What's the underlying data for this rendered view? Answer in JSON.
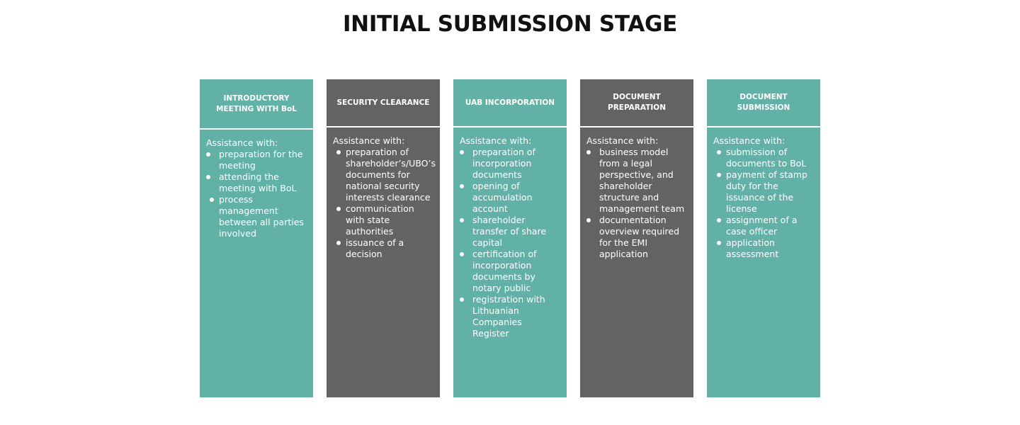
{
  "title": "INITIAL SUBMISSION STAGE",
  "colors": {
    "teal": "#62b1a6",
    "gray": "#636363",
    "text": "#ffffff",
    "title": "#111111"
  },
  "stages": [
    {
      "header": "INTRODUCTORY MEETING WITH BoL",
      "intro": "Assistance with:",
      "items": [
        "preparation for the meeting",
        "attending the meeting with BoL",
        "process management between all parties involved"
      ]
    },
    {
      "header": "SECURITY CLEARANCE",
      "intro": "Assistance with:",
      "items": [
        "preparation  of shareholder’s/UBO’s documents for national security interests clearance",
        "communication with state authorities",
        "issuance of a decision"
      ]
    },
    {
      "header": "UAB INCORPORATION",
      "intro": "Assistance with:",
      "items": [
        "preparation of incorporation documents",
        "opening of accumulation account",
        "shareholder transfer of share capital",
        "certification of incorporation documents by notary public",
        "registration with Lithuanian Companies Register"
      ]
    },
    {
      "header": "DOCUMENT PREPARATION",
      "intro": "Assistance with:",
      "items": [
        "business model from a legal perspective, and shareholder structure and management team",
        "documentation overview required for the EMI application"
      ]
    },
    {
      "header": "DOCUMENT SUBMISSION",
      "intro": "Assistance with:",
      "items": [
        "submission of documents to BoL",
        "payment of stamp duty for the issuance of the license",
        "assignment of a case officer",
        "application assessment"
      ]
    }
  ]
}
